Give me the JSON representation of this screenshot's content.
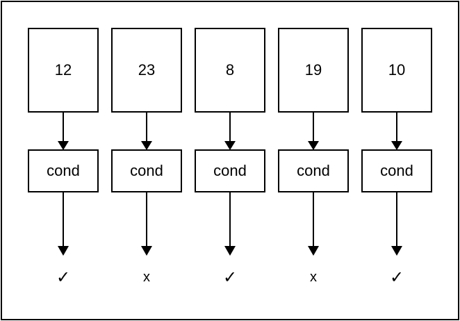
{
  "items": [
    {
      "value": "12",
      "condition": "cond",
      "result": "✓",
      "status": "pass"
    },
    {
      "value": "23",
      "condition": "cond",
      "result": "x",
      "status": "fail"
    },
    {
      "value": "8",
      "condition": "cond",
      "result": "✓",
      "status": "pass"
    },
    {
      "value": "19",
      "condition": "cond",
      "result": "x",
      "status": "fail"
    },
    {
      "value": "10",
      "condition": "cond",
      "result": "✓",
      "status": "pass"
    }
  ]
}
